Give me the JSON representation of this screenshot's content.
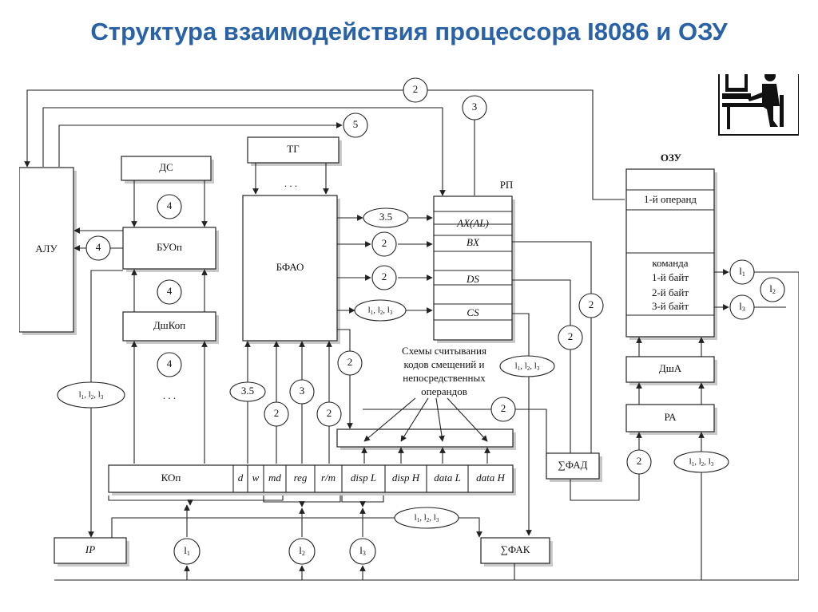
{
  "title": "Структура  взаимодействия процессора I8086 и ОЗУ",
  "icon": "computer-user-icon",
  "colors": {
    "title": "#2a62a8",
    "line": "#222222",
    "shadow": "#c9c9c9"
  },
  "blocks": {
    "alu": "АЛУ",
    "ds": "ДС",
    "buop": "БУОп",
    "dshkop": "ДшКоп",
    "tg": "ТГ",
    "bfao": "БФАО",
    "rp_label": "РП",
    "rp_ax": "AX(AL)",
    "rp_bx": "BX",
    "rp_ds": "DS",
    "rp_cs": "CS",
    "ozu_label": "ОЗУ",
    "ozu_operand": "1-й операнд",
    "ozu_cmd": [
      "команда",
      "1-й байт",
      "2-й байт",
      "3-й байт"
    ],
    "dsha": "ДшА",
    "ra": "РА",
    "sum_fad": "∑ФАД",
    "sum_fak": "∑ФАК",
    "ip": "IP",
    "schemes": [
      "Схемы считывания",
      "кодов смещений и",
      "непосредственных",
      "операндов"
    ],
    "dots": ". . ."
  },
  "instruction_fields": [
    "КОп",
    "d",
    "w",
    "md",
    "reg",
    "r/m",
    "disp L",
    "disp H",
    "data L",
    "data H"
  ],
  "markers": {
    "c2": "2",
    "c3": "3",
    "c4": "4",
    "c5": "5",
    "c35": "3.5",
    "l1": "1",
    "l2": "2",
    "l3": "3",
    "l1l2l3_l1": "1",
    "l1l2l3_l2": "2",
    "l1l2l3_l3": "3",
    "sep": ", "
  }
}
